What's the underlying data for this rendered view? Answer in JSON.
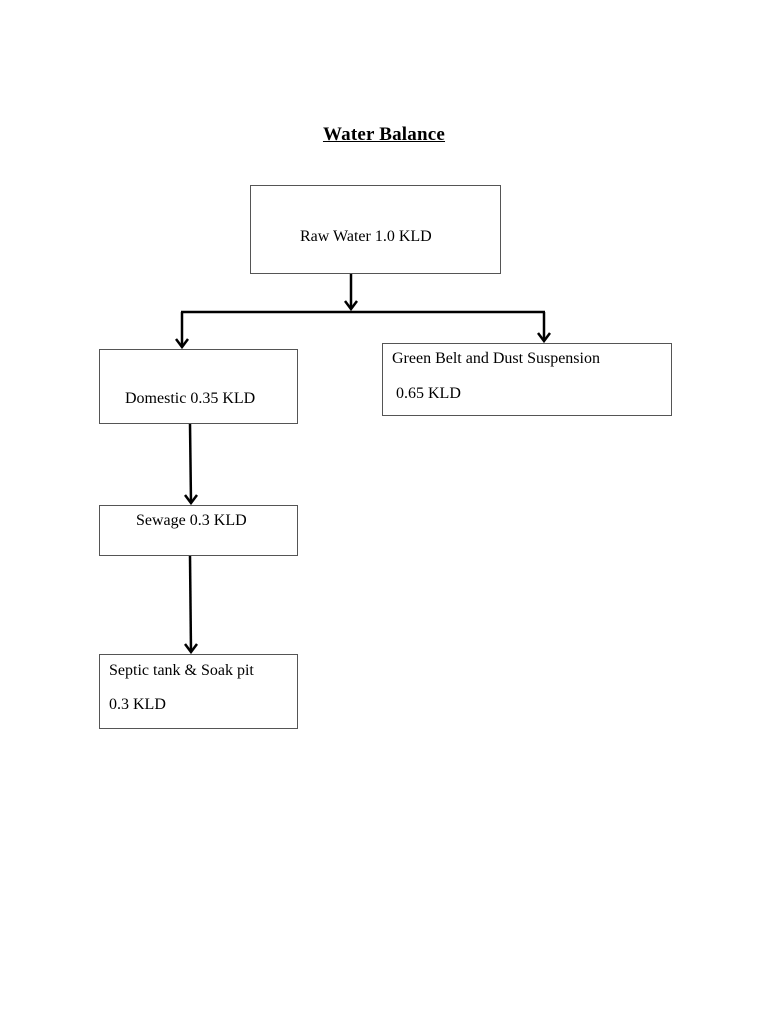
{
  "title": "Water Balance",
  "nodes": {
    "raw_water": {
      "label": "Raw Water 1.0 KLD"
    },
    "domestic": {
      "label": "Domestic 0.35 KLD"
    },
    "green_belt": {
      "line1": "Green Belt and Dust Suspension",
      "line2": "0.65 KLD"
    },
    "sewage": {
      "label": "Sewage 0.3 KLD"
    },
    "septic": {
      "line1": "Septic tank & Soak pit",
      "line2": "0.3 KLD"
    }
  },
  "colors": {
    "border": "#555555",
    "arrow": "#000000"
  }
}
